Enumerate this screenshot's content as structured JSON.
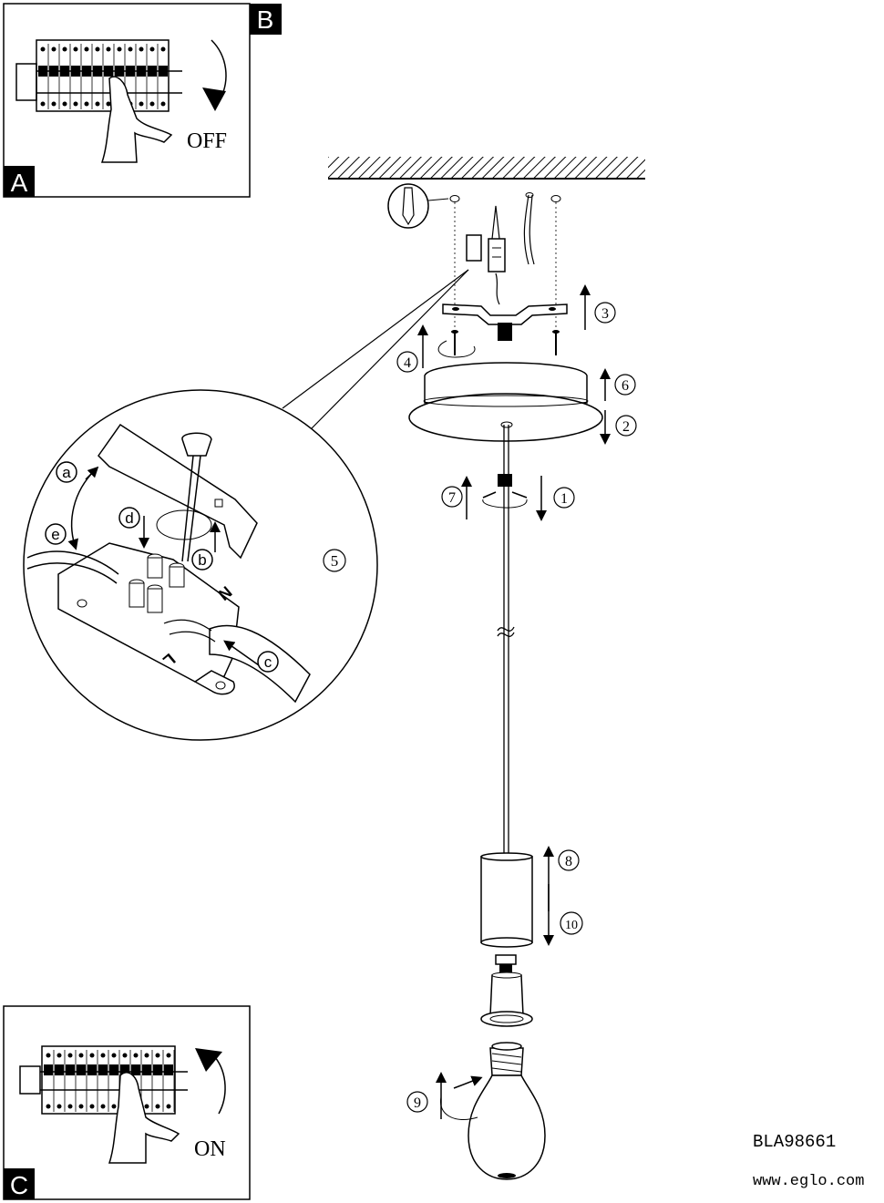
{
  "panels": {
    "a_label": "A",
    "b_label": "B",
    "c_label": "C",
    "off_label": "OFF",
    "on_label": "ON"
  },
  "steps": {
    "s1": "1",
    "s2": "2",
    "s3": "3",
    "s4": "4",
    "s5": "5",
    "s6": "6",
    "s7": "7",
    "s8": "8",
    "s9": "9",
    "s10": "10"
  },
  "detail": {
    "a": "a",
    "b": "b",
    "c": "c",
    "d": "d",
    "e": "e",
    "n": "N",
    "l": "L"
  },
  "footer": {
    "model": "BLA98661",
    "website": "www.eglo.com"
  }
}
